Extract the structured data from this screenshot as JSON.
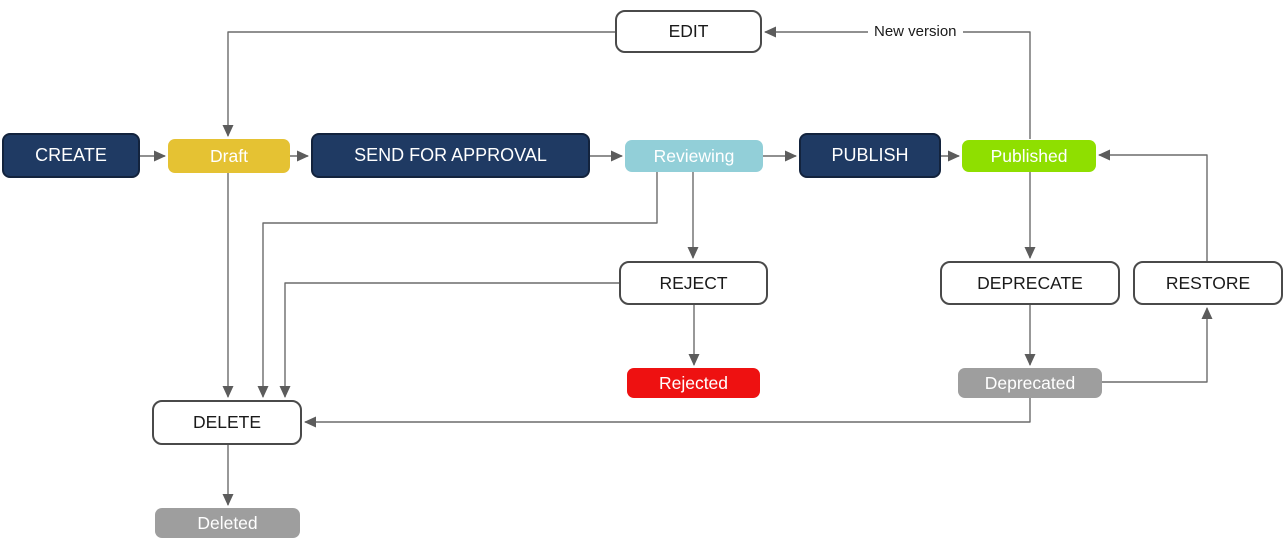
{
  "diagram": {
    "type": "state-machine-flowchart",
    "nodes": {
      "create": {
        "label": "CREATE",
        "kind": "action",
        "fill": "#1f3a63",
        "border": "#13233d",
        "text": "#ffffff"
      },
      "draft": {
        "label": "Draft",
        "kind": "state",
        "fill": "#e5c233",
        "text": "#ffffff"
      },
      "send_for_approval": {
        "label": "SEND FOR APPROVAL",
        "kind": "action",
        "fill": "#1f3a63",
        "border": "#13233d",
        "text": "#ffffff"
      },
      "reviewing": {
        "label": "Reviewing",
        "kind": "state",
        "fill": "#92cfd8",
        "text": "#ffffff"
      },
      "publish": {
        "label": "PUBLISH",
        "kind": "action",
        "fill": "#1f3a63",
        "border": "#13233d",
        "text": "#ffffff"
      },
      "published": {
        "label": "Published",
        "kind": "state",
        "fill": "#8fdf00",
        "text": "#ffffff"
      },
      "edit": {
        "label": "EDIT",
        "kind": "command",
        "fill": "#ffffff",
        "border": "#4a4a4a",
        "text": "#1a1a1a"
      },
      "reject": {
        "label": "REJECT",
        "kind": "command",
        "fill": "#ffffff",
        "border": "#4a4a4a",
        "text": "#1a1a1a"
      },
      "rejected": {
        "label": "Rejected",
        "kind": "state",
        "fill": "#ee1111",
        "text": "#ffffff"
      },
      "deprecate": {
        "label": "DEPRECATE",
        "kind": "command",
        "fill": "#ffffff",
        "border": "#4a4a4a",
        "text": "#1a1a1a"
      },
      "restore": {
        "label": "RESTORE",
        "kind": "command",
        "fill": "#ffffff",
        "border": "#4a4a4a",
        "text": "#1a1a1a"
      },
      "deprecated": {
        "label": "Deprecated",
        "kind": "state",
        "fill": "#9e9e9e",
        "text": "#ffffff"
      },
      "delete": {
        "label": "DELETE",
        "kind": "command",
        "fill": "#ffffff",
        "border": "#4a4a4a",
        "text": "#1a1a1a"
      },
      "deleted": {
        "label": "Deleted",
        "kind": "state",
        "fill": "#9e9e9e",
        "text": "#ffffff"
      }
    },
    "edges": [
      {
        "from": "CREATE",
        "to": "Draft"
      },
      {
        "from": "Draft",
        "to": "SEND FOR APPROVAL"
      },
      {
        "from": "SEND FOR APPROVAL",
        "to": "Reviewing"
      },
      {
        "from": "Reviewing",
        "to": "PUBLISH"
      },
      {
        "from": "PUBLISH",
        "to": "Published"
      },
      {
        "from": "Published",
        "to": "EDIT",
        "label": "New version"
      },
      {
        "from": "EDIT",
        "to": "Draft"
      },
      {
        "from": "Draft",
        "to": "DELETE"
      },
      {
        "from": "Reviewing",
        "to": "DELETE"
      },
      {
        "from": "Reviewing",
        "to": "REJECT"
      },
      {
        "from": "REJECT",
        "to": "DELETE"
      },
      {
        "from": "REJECT",
        "to": "Rejected"
      },
      {
        "from": "Published",
        "to": "DEPRECATE"
      },
      {
        "from": "DEPRECATE",
        "to": "Deprecated"
      },
      {
        "from": "Deprecated",
        "to": "RESTORE"
      },
      {
        "from": "RESTORE",
        "to": "Published"
      },
      {
        "from": "Deprecated",
        "to": "DELETE"
      },
      {
        "from": "DELETE",
        "to": "Deleted"
      }
    ],
    "colors": {
      "action_fill": "#1f3a63",
      "state_draft": "#e5c233",
      "state_reviewing": "#92cfd8",
      "state_published": "#8fdf00",
      "state_rejected": "#ee1111",
      "state_deprecated": "#9e9e9e",
      "edge_line": "#6b6b6b",
      "arrowhead": "#5c5c5c"
    }
  }
}
